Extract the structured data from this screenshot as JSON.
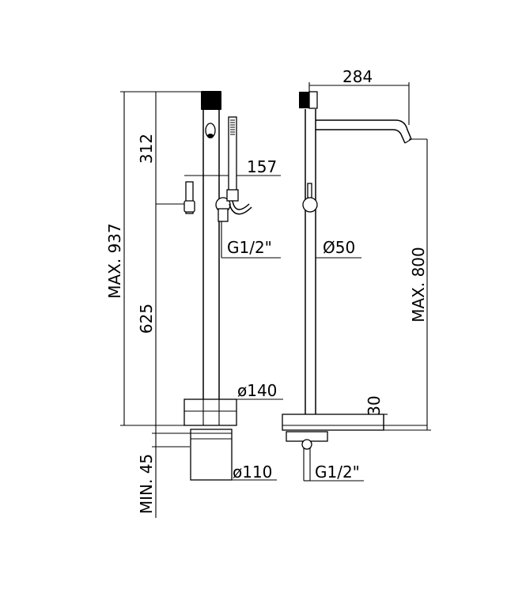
{
  "diagram": {
    "front_view": {
      "dimensions": {
        "max_height": "MAX. 937",
        "upper": "312",
        "lower": "625",
        "min_depth": "MIN. 45",
        "shower_offset": "157",
        "connection": "G1/2\"",
        "base_diameter": "ø140",
        "body_diameter": "ø110"
      }
    },
    "side_view": {
      "dimensions": {
        "spout_reach": "284",
        "column_diameter": "Ø50",
        "max_height": "MAX. 800",
        "base_height": "30",
        "connection": "G1/2\""
      }
    }
  }
}
